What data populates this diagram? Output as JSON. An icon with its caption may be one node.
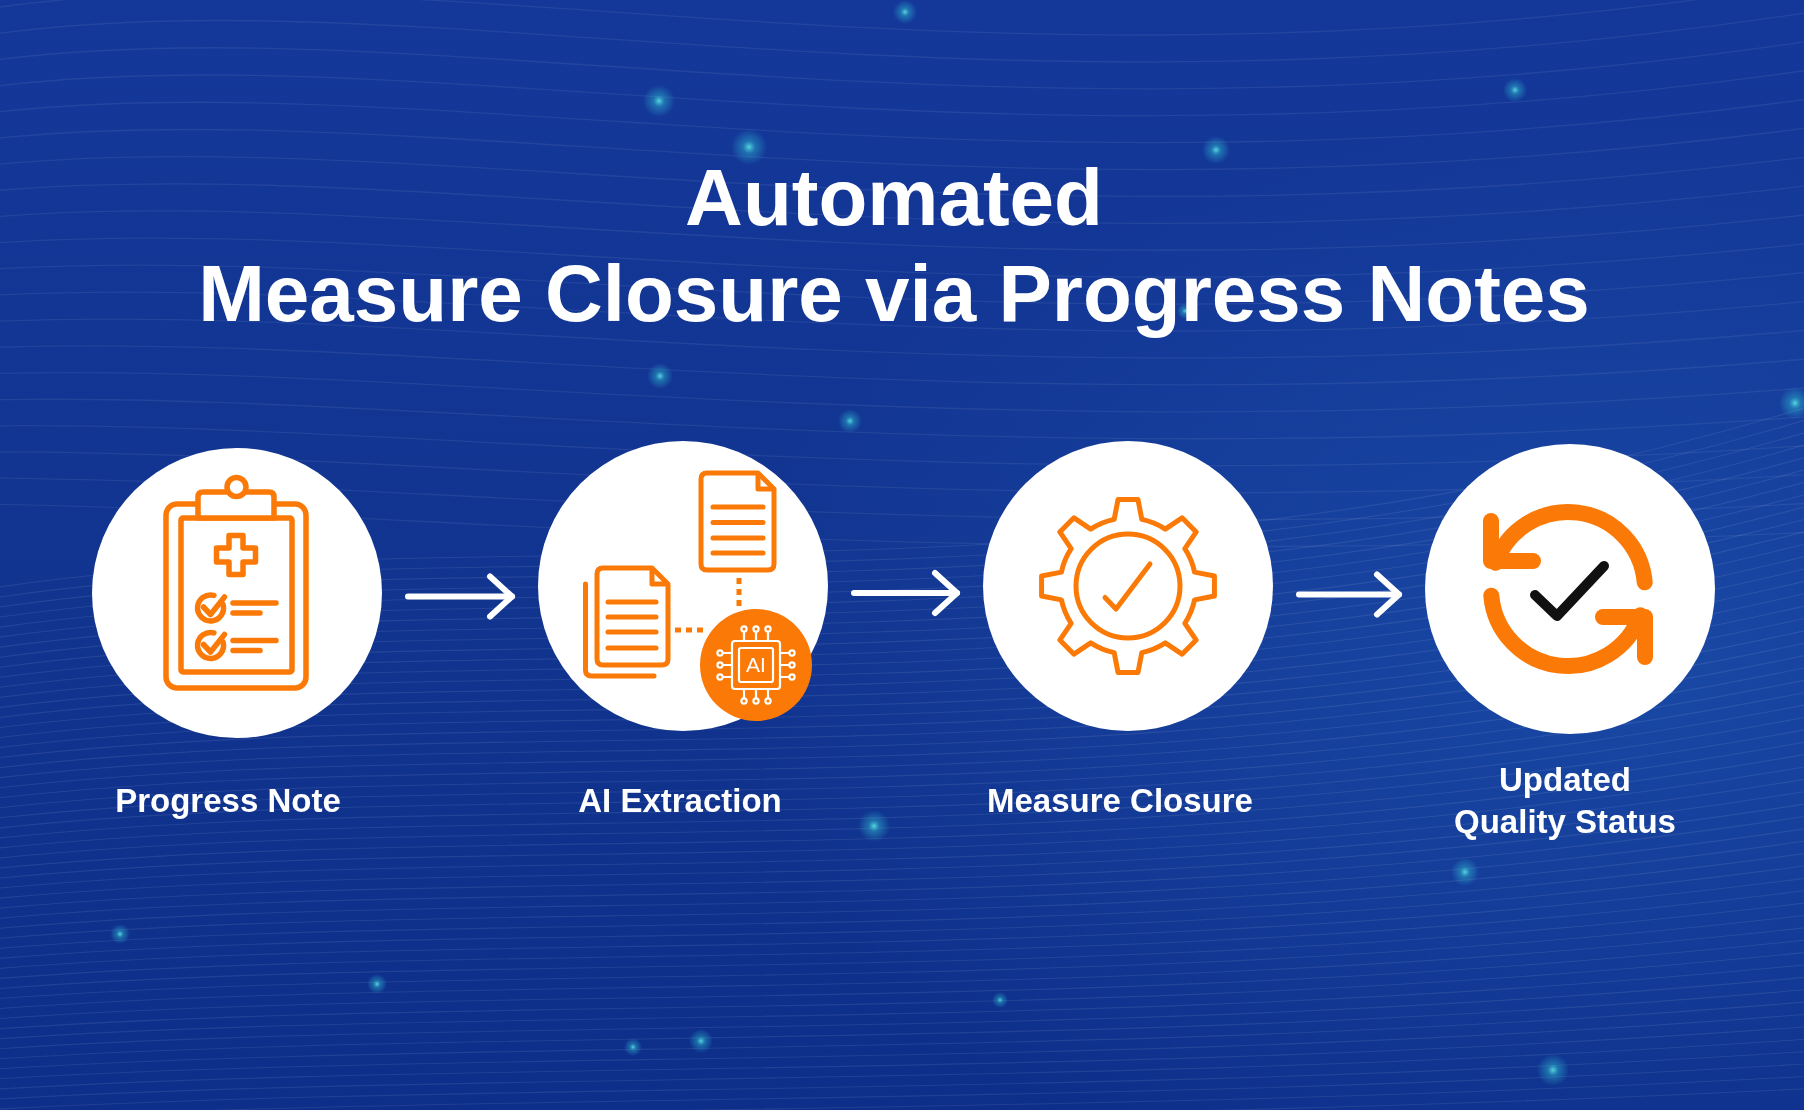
{
  "diagram": {
    "title": "Automated Measure Closure via Progress Notes",
    "nodes": [
      {
        "text": [
          "Progress Note"
        ]
      },
      {
        "text": [
          "AI Extraction"
        ]
      },
      {
        "text": [
          "Measure Closure"
        ]
      },
      {
        "text": [
          "Updated Quality Status"
        ]
      }
    ],
    "edges": [
      {
        "from": 0,
        "to": 1,
        "arrow": "to"
      },
      {
        "from": 1,
        "to": 2,
        "arrow": "to"
      },
      {
        "from": 2,
        "to": 3,
        "arrow": "to"
      }
    ],
    "labels": [
      "AI"
    ]
  }
}
